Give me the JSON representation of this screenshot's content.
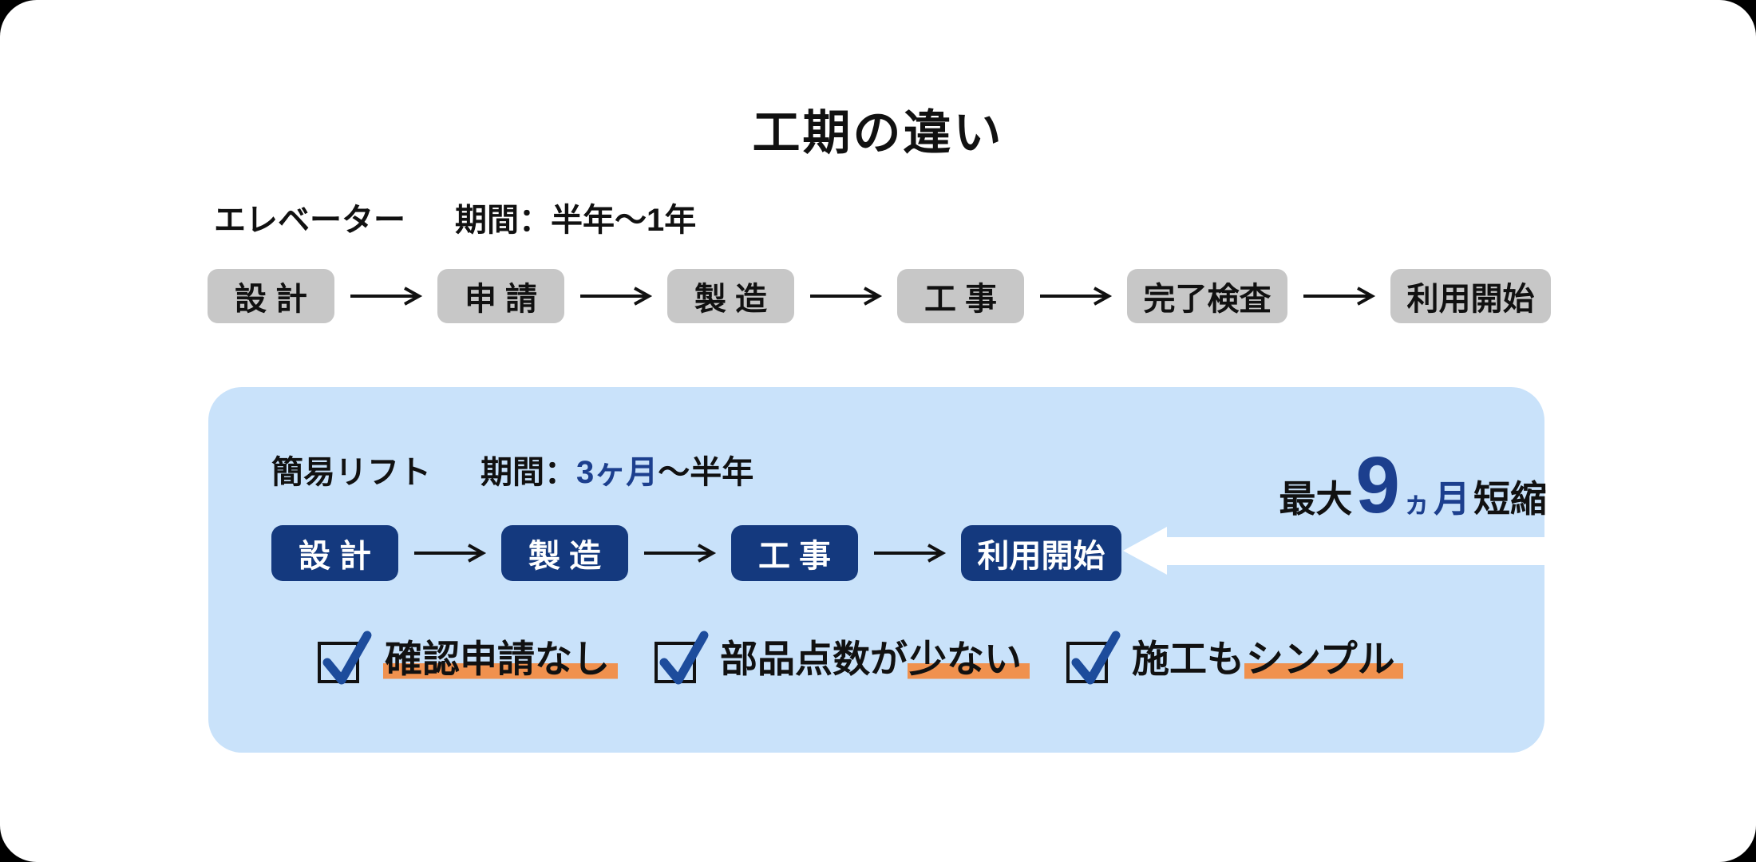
{
  "colors": {
    "canvas_bg": "#000000",
    "card_bg": "#ffffff",
    "text": "#111111",
    "gray_step_box": "#c7c7c7",
    "navy_step_box": "#14397e",
    "panel_bg": "#c9e2fa",
    "accent_navy_text": "#1c3f8e",
    "checkmark_navy": "#1d4c9c",
    "orange_highlight": "#f0914e",
    "white_arrow": "#ffffff"
  },
  "title": "工期の違い",
  "elevator": {
    "label": "エレベーター",
    "period": "期間：半年～1年",
    "steps": [
      "設 計",
      "申 請",
      "製 造",
      "工 事",
      "完了検査",
      "利用開始"
    ]
  },
  "lift": {
    "label": "簡易リフト",
    "period_prefix": "期間：",
    "period_accent": "3ヶ月",
    "period_suffix": "～半年",
    "steps": [
      "設 計",
      "製 造",
      "工 事",
      "利用開始"
    ],
    "shorten_prefix": "最大",
    "shorten_number": "9",
    "shorten_unit_small": "ヵ",
    "shorten_unit": "月",
    "shorten_suffix": "短縮",
    "checks": [
      {
        "plain": "",
        "highlight": "確認申請なし"
      },
      {
        "plain": "部品点数が",
        "highlight": "少ない"
      },
      {
        "plain": "施工も",
        "highlight": "シンプル"
      }
    ]
  }
}
